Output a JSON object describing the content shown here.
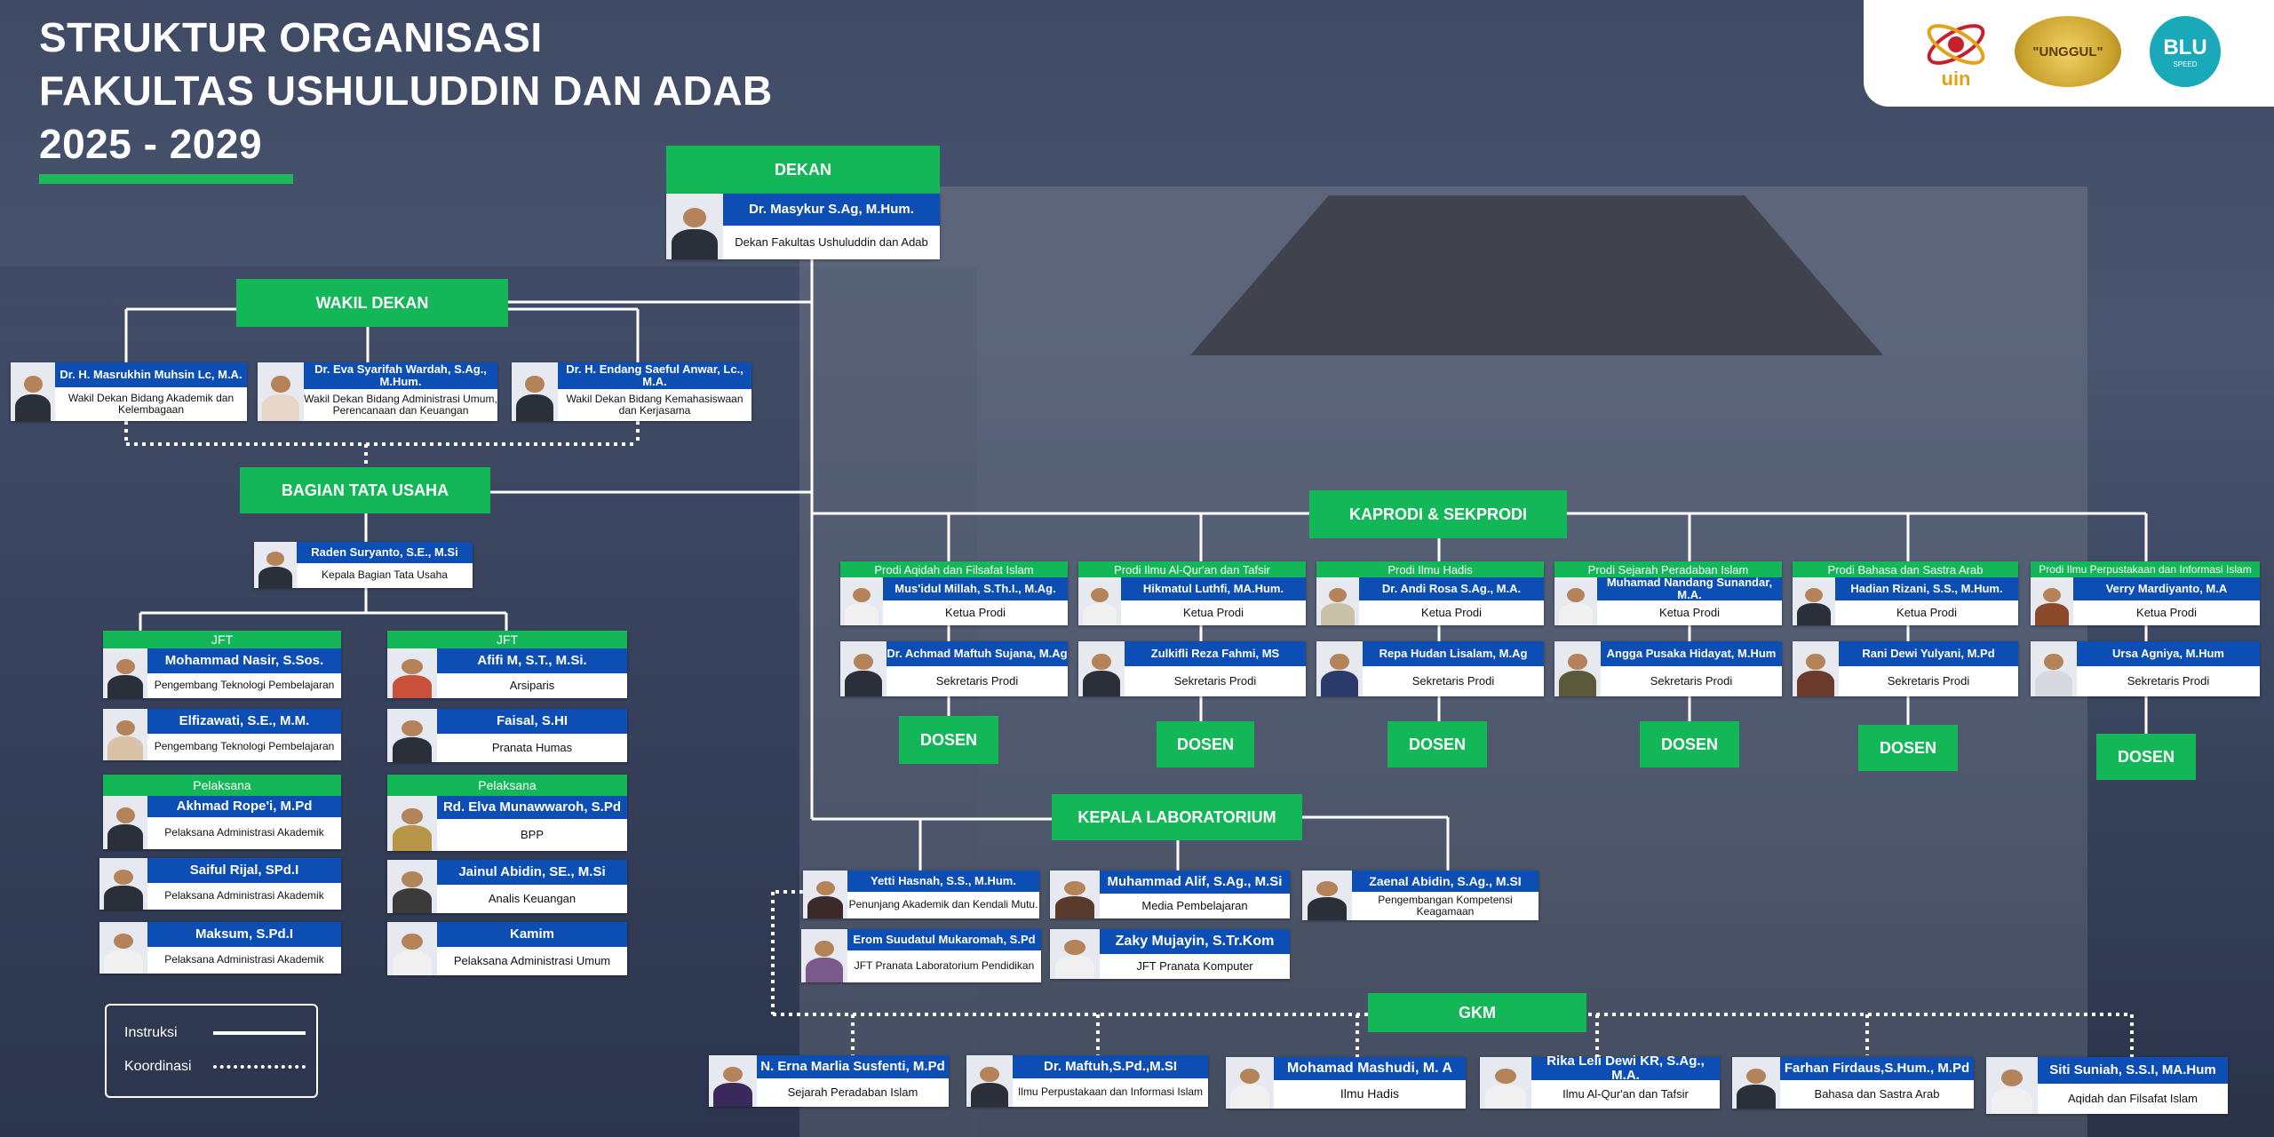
{
  "header": {
    "title_line1": "STRUKTUR ORGANISASI",
    "title_line2": "FAKULTAS USHULUDDIN DAN ADAB",
    "title_line3": "2025 - 2029",
    "logo_uin": "uin",
    "logo_unggul": "\"UNGGUL\"",
    "logo_blu": "BLU",
    "logo_blu_sub": "SPEED"
  },
  "dekan": {
    "label": "DEKAN",
    "name": "Dr. Masykur S.Ag, M.Hum.",
    "position": "Dekan Fakultas Ushuluddin dan Adab"
  },
  "wakil_dekan": {
    "label": "WAKIL DEKAN",
    "members": [
      {
        "name": "Dr. H. Masrukhin Muhsin Lc, M.A.",
        "position": "Wakil Dekan Bidang Akademik dan Kelembagaan"
      },
      {
        "name": "Dr. Eva Syarifah Wardah, S.Ag., M.Hum.",
        "position": "Wakil Dekan Bidang Administrasi Umum, Perencanaan dan Keuangan"
      },
      {
        "name": "Dr. H. Endang Saeful Anwar, Lc., M.A.",
        "position": "Wakil Dekan Bidang Kemahasiswaan dan Kerjasama"
      }
    ]
  },
  "tata_usaha": {
    "label": "BAGIAN TATA USAHA",
    "head": {
      "name": "Raden Suryanto, S.E., M.Si",
      "position": "Kepala Bagian Tata Usaha"
    },
    "jft_label": "JFT",
    "pelaksana_label": "Pelaksana",
    "left": [
      {
        "name": "Mohammad Nasir, S.Sos.",
        "position": "Pengembang Teknologi Pembelajaran"
      },
      {
        "name": "Elfizawati, S.E., M.M.",
        "position": "Pengembang Teknologi Pembelajaran"
      },
      {
        "name": "Akhmad Rope'i, M.Pd",
        "position": "Pelaksana Administrasi Akademik"
      },
      {
        "name": "Saiful Rijal, SPd.I",
        "position": "Pelaksana Administrasi Akademik"
      },
      {
        "name": "Maksum, S.Pd.I",
        "position": "Pelaksana Administrasi Akademik"
      }
    ],
    "right": [
      {
        "name": "Afifi M, S.T., M.Si.",
        "position": "Arsiparis"
      },
      {
        "name": "Faisal, S.HI",
        "position": "Pranata Humas"
      },
      {
        "name": "Rd. Elva Munawwaroh, S.Pd",
        "position": "BPP"
      },
      {
        "name": "Jainul Abidin, SE., M.Si",
        "position": "Analis Keuangan"
      },
      {
        "name": "Kamim",
        "position": "Pelaksana Administrasi Umum"
      }
    ]
  },
  "kaprodi": {
    "label": "KAPRODI & SEKPRODI",
    "ketua_label": "Ketua Prodi",
    "sekretaris_label": "Sekretaris Prodi",
    "dosen_label": "DOSEN",
    "prodi": [
      {
        "name": "Prodi Aqidah dan Filsafat Islam",
        "ketua": "Mus'idul Millah, S.Th.I., M.Ag.",
        "sekretaris": "Dr. Achmad Maftuh Sujana, M.Ag"
      },
      {
        "name": "Prodi Ilmu Al-Qur'an dan Tafsir",
        "ketua": "Hikmatul Luthfi, MA.Hum.",
        "sekretaris": "Zulkifli Reza Fahmi, MS"
      },
      {
        "name": "Prodi Ilmu Hadis",
        "ketua": "Dr. Andi Rosa S.Ag., M.A.",
        "sekretaris": "Repa Hudan Lisalam, M.Ag"
      },
      {
        "name": "Prodi Sejarah Peradaban Islam",
        "ketua": "Muhamad Nandang Sunandar, M.A.",
        "sekretaris": "Angga Pusaka Hidayat, M.Hum"
      },
      {
        "name": "Prodi Bahasa dan Sastra Arab",
        "ketua": "Hadian Rizani, S.S., M.Hum.",
        "sekretaris": "Rani Dewi Yulyani, M.Pd"
      },
      {
        "name": "Prodi Ilmu Perpustakaan dan Informasi Islam",
        "ketua": "Verry Mardiyanto, M.A",
        "sekretaris": "Ursa Agniya, M.Hum"
      }
    ]
  },
  "lab": {
    "label": "KEPALA LABORATORIUM",
    "members": [
      {
        "name": "Yetti Hasnah, S.S., M.Hum.",
        "position": "Penunjang Akademik dan Kendali Mutu."
      },
      {
        "name": "Erom Suudatul Mukaromah, S.Pd",
        "position": "JFT Pranata Laboratorium Pendidikan"
      },
      {
        "name": "Muhammad Alif, S.Ag., M.Si",
        "position": "Media Pembelajaran"
      },
      {
        "name": "Zaky Mujayin, S.Tr.Kom",
        "position": "JFT Pranata Komputer"
      },
      {
        "name": "Zaenal Abidin, S.Ag., M.SI",
        "position": "Pengembangan Kompetensi Keagamaan"
      }
    ]
  },
  "gkm": {
    "label": "GKM",
    "members": [
      {
        "name": "N. Erna Marlia Susfenti, M.Pd",
        "position": "Sejarah Peradaban Islam"
      },
      {
        "name": "Dr. Maftuh,S.Pd.,M.SI",
        "position": "Ilmu Perpustakaan dan Informasi Islam"
      },
      {
        "name": "Mohamad Mashudi, M. A",
        "position": "Ilmu Hadis"
      },
      {
        "name": "Rika Leli Dewi KR, S.Ag., M.A.",
        "position": "Ilmu Al-Qur'an dan Tafsir"
      },
      {
        "name": "Farhan Firdaus,S.Hum., M.Pd",
        "position": "Bahasa dan Sastra Arab"
      },
      {
        "name": "Siti Suniah, S.S.I, MA.Hum",
        "position": "Aqidah dan Filsafat Islam"
      }
    ]
  },
  "legend": {
    "instruksi": "Instruksi",
    "koordinasi": "Koordinasi"
  },
  "colors": {
    "green": "#14b757",
    "blue": "#0c4eb3"
  }
}
